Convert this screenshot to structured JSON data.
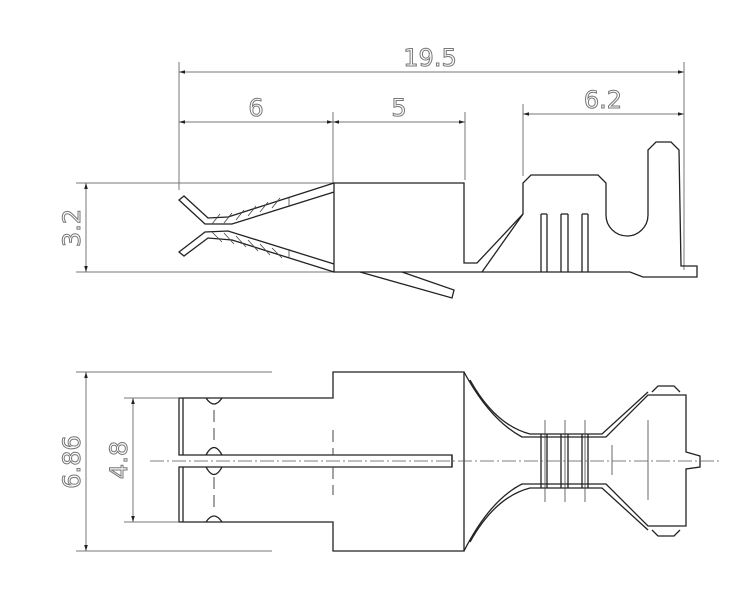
{
  "dimensions": {
    "overall_length": "19.5",
    "contact_length": "6",
    "body_length": "5",
    "crimp_length": "6.2",
    "height": "3.2",
    "overall_width": "6.86",
    "contact_width": "4.8"
  },
  "colors": {
    "line": "#222222",
    "dimension": "#777777",
    "background": "#ffffff"
  }
}
